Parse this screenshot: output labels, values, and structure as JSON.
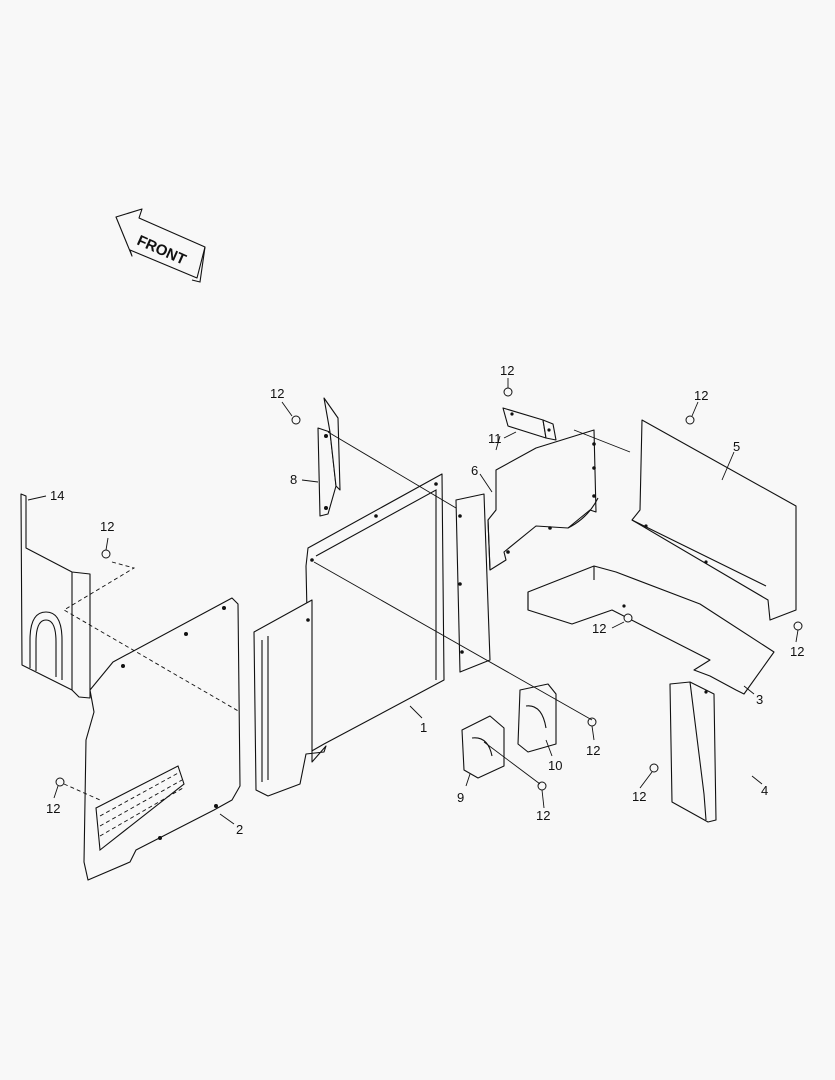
{
  "front_arrow": {
    "label": "FRONT"
  },
  "callouts": [
    {
      "id": "c12-a",
      "text": "12"
    },
    {
      "id": "c12-b",
      "text": "12"
    },
    {
      "id": "c12-c",
      "text": "12"
    },
    {
      "id": "c12-d",
      "text": "12"
    },
    {
      "id": "c12-e",
      "text": "12"
    },
    {
      "id": "c12-f",
      "text": "12"
    },
    {
      "id": "c12-g",
      "text": "12"
    },
    {
      "id": "c12-h",
      "text": "12"
    },
    {
      "id": "c12-i",
      "text": "12"
    },
    {
      "id": "c12-j",
      "text": "12"
    },
    {
      "id": "c14",
      "text": "14"
    },
    {
      "id": "c11",
      "text": "11"
    },
    {
      "id": "c8",
      "text": "8"
    },
    {
      "id": "c6",
      "text": "6"
    },
    {
      "id": "c5",
      "text": "5"
    },
    {
      "id": "c3",
      "text": "3"
    },
    {
      "id": "c1",
      "text": "1"
    },
    {
      "id": "c2",
      "text": "2"
    },
    {
      "id": "c4",
      "text": "4"
    },
    {
      "id": "c9",
      "text": "9"
    },
    {
      "id": "c10",
      "text": "10"
    }
  ]
}
